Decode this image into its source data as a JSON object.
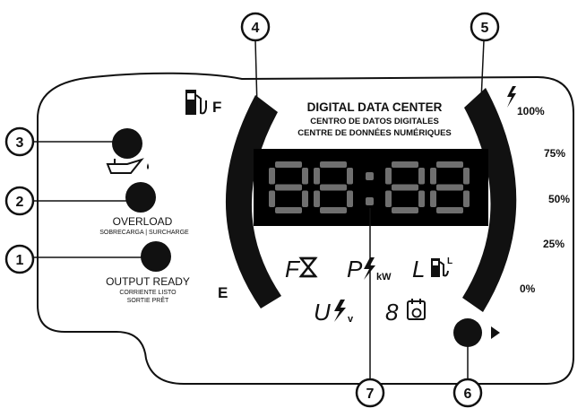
{
  "title": {
    "en": "DIGITAL DATA CENTER",
    "es": "CENTRO DE DATOS DIGITALES",
    "fr": "CENTRE DE DONNÉES NUMÉRIQUES"
  },
  "fuel_gauge": {
    "full_label": "F",
    "empty_label": "E"
  },
  "power_gauge": {
    "ticks": [
      "100%",
      "75%",
      "50%",
      "25%",
      "0%"
    ]
  },
  "indicators": {
    "overload": {
      "en": "OVERLOAD",
      "sub": "SOBRECARGA | SURCHARGE"
    },
    "output_ready": {
      "en": "OUTPUT READY",
      "sub1": "CORRIENTE LISTO",
      "sub2": "SORTIE PRÊT"
    }
  },
  "lcd": {
    "mode_icons": [
      "F",
      "P",
      "kW",
      "L",
      "L",
      "U",
      "v",
      "8"
    ]
  },
  "callouts": [
    "1",
    "2",
    "3",
    "4",
    "5",
    "6",
    "7"
  ],
  "colors": {
    "outline": "#111111",
    "lcd_background": "#000000",
    "segment_off": "#6f6f6f"
  }
}
